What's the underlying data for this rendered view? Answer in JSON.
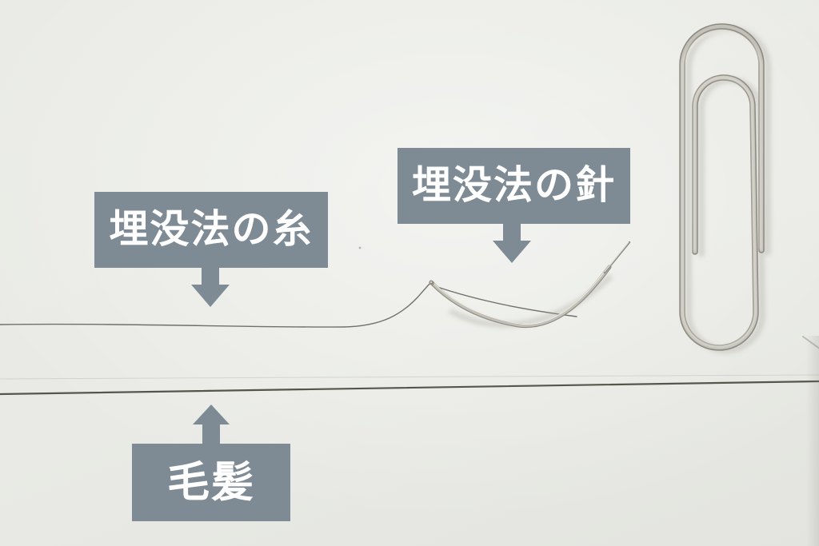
{
  "labels": {
    "thread": "埋没法の糸",
    "needle": "埋没法の針",
    "hair": "毛髪"
  },
  "objects": {
    "paperclip": "paperclip",
    "needle": "curved-suture-needle",
    "thread": "suture-thread",
    "hair": "hair-strand"
  },
  "colors": {
    "label_bg": "#7e8b94",
    "label_text": "#ffffff",
    "paper": "#e9eae5",
    "hair": "#56554c",
    "thread": "#70706a",
    "metal_dark": "#8b897f",
    "metal_mid": "#c2c0b7",
    "metal_light": "#eeece5"
  }
}
